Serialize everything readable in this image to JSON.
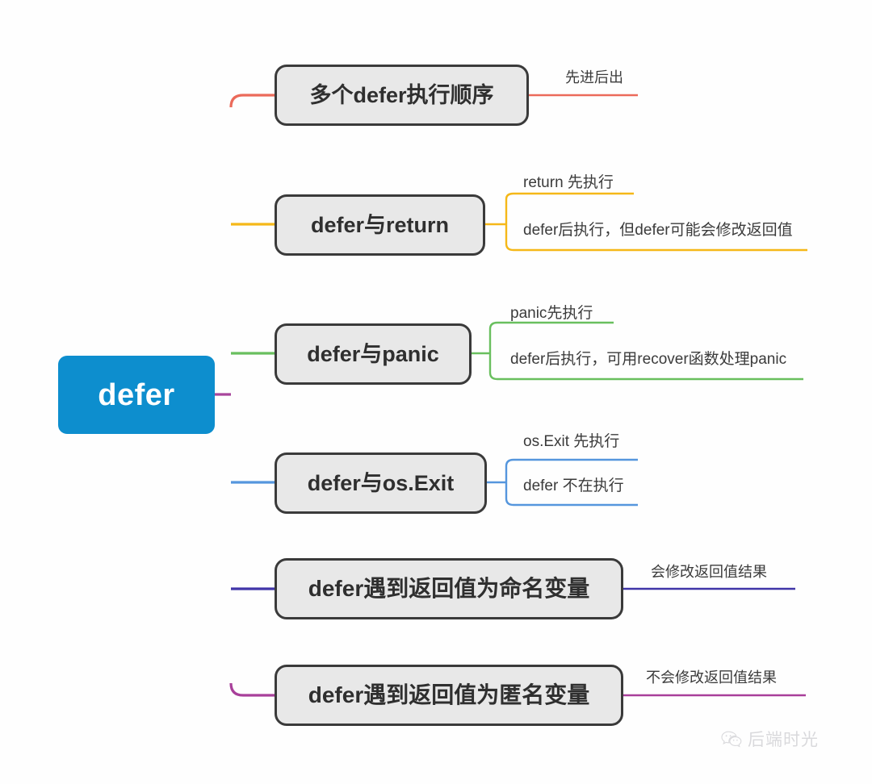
{
  "diagram": {
    "title": "defer",
    "root": {
      "label": "defer",
      "color": "#0d8ece"
    },
    "branches": [
      {
        "label": "多个defer执行顺序",
        "color": "#eb6a5a",
        "notes": [
          "先进后出"
        ]
      },
      {
        "label": "defer与return",
        "color": "#f5b818",
        "notes": [
          "return 先执行",
          "defer后执行，但defer可能会修改返回值"
        ]
      },
      {
        "label": "defer与panic",
        "color": "#69bf5e",
        "notes": [
          "panic先执行",
          "defer后执行，可用recover函数处理panic"
        ]
      },
      {
        "label": "defer与os.Exit",
        "color": "#5596dd",
        "notes": [
          "os.Exit 先执行",
          "defer 不在执行"
        ]
      },
      {
        "label": "defer遇到返回值为命名变量",
        "color": "#4035a8",
        "notes": [
          "会修改返回值结果"
        ]
      },
      {
        "label": "defer遇到返回值为匿名变量",
        "color": "#a83f9a",
        "notes": [
          "不会修改返回值结果"
        ]
      }
    ]
  },
  "watermark": {
    "text": "后端时光",
    "icon": "wechat-icon"
  }
}
